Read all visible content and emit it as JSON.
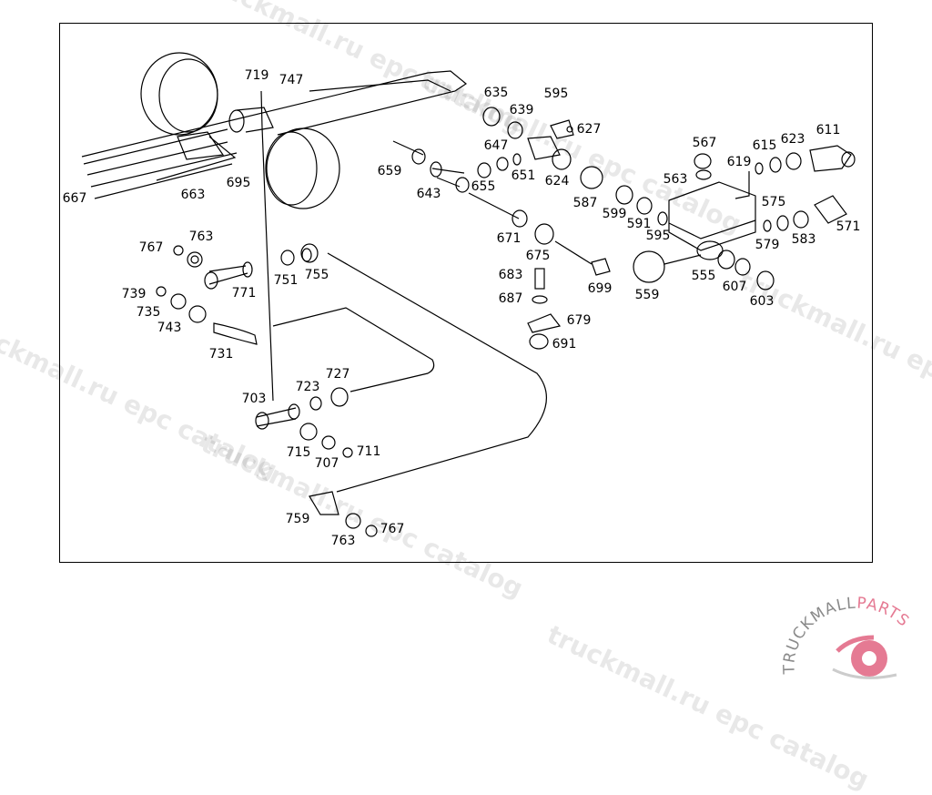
{
  "diagram": {
    "labels": [
      {
        "id": "l719",
        "text": "719"
      },
      {
        "id": "l747",
        "text": "747"
      },
      {
        "id": "l667",
        "text": "667"
      },
      {
        "id": "l663",
        "text": "663"
      },
      {
        "id": "l695",
        "text": "695"
      },
      {
        "id": "l635",
        "text": "635"
      },
      {
        "id": "l595a",
        "text": "595"
      },
      {
        "id": "l639",
        "text": "639"
      },
      {
        "id": "l627",
        "text": "627"
      },
      {
        "id": "l647",
        "text": "647"
      },
      {
        "id": "l659",
        "text": "659"
      },
      {
        "id": "l651",
        "text": "651"
      },
      {
        "id": "l624",
        "text": "624"
      },
      {
        "id": "l643",
        "text": "643"
      },
      {
        "id": "l655",
        "text": "655"
      },
      {
        "id": "l567",
        "text": "567"
      },
      {
        "id": "l615",
        "text": "615"
      },
      {
        "id": "l623",
        "text": "623"
      },
      {
        "id": "l611",
        "text": "611"
      },
      {
        "id": "l619",
        "text": "619"
      },
      {
        "id": "l563",
        "text": "563"
      },
      {
        "id": "l587",
        "text": "587"
      },
      {
        "id": "l599",
        "text": "599"
      },
      {
        "id": "l591",
        "text": "591"
      },
      {
        "id": "l595b",
        "text": "595"
      },
      {
        "id": "l575",
        "text": "575"
      },
      {
        "id": "l579",
        "text": "579"
      },
      {
        "id": "l583",
        "text": "583"
      },
      {
        "id": "l571",
        "text": "571"
      },
      {
        "id": "l671",
        "text": "671"
      },
      {
        "id": "l675",
        "text": "675"
      },
      {
        "id": "l683",
        "text": "683"
      },
      {
        "id": "l687",
        "text": "687"
      },
      {
        "id": "l699",
        "text": "699"
      },
      {
        "id": "l559",
        "text": "559"
      },
      {
        "id": "l555",
        "text": "555"
      },
      {
        "id": "l607",
        "text": "607"
      },
      {
        "id": "l603",
        "text": "603"
      },
      {
        "id": "l679",
        "text": "679"
      },
      {
        "id": "l691",
        "text": "691"
      },
      {
        "id": "l767a",
        "text": "767"
      },
      {
        "id": "l763a",
        "text": "763"
      },
      {
        "id": "l771",
        "text": "771"
      },
      {
        "id": "l751",
        "text": "751"
      },
      {
        "id": "l755",
        "text": "755"
      },
      {
        "id": "l739",
        "text": "739"
      },
      {
        "id": "l735",
        "text": "735"
      },
      {
        "id": "l743",
        "text": "743"
      },
      {
        "id": "l731",
        "text": "731"
      },
      {
        "id": "l703",
        "text": "703"
      },
      {
        "id": "l723",
        "text": "723"
      },
      {
        "id": "l727",
        "text": "727"
      },
      {
        "id": "l715",
        "text": "715"
      },
      {
        "id": "l707",
        "text": "707"
      },
      {
        "id": "l711",
        "text": "711"
      },
      {
        "id": "l759",
        "text": "759"
      },
      {
        "id": "l763b",
        "text": "763"
      },
      {
        "id": "l767b",
        "text": "767"
      }
    ]
  },
  "watermark": {
    "text": "truckmall.ru epc catalog"
  },
  "logo": {
    "text_gray": "TRUCKMALL",
    "text_pink": "PARTS",
    "colors": {
      "gray": "#8a8a8a",
      "pink": "#e57a93"
    }
  }
}
